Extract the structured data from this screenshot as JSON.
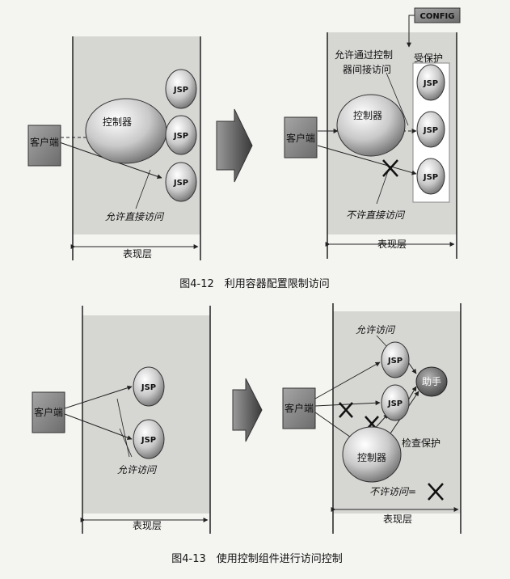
{
  "labels": {
    "client": "客户端",
    "controller": "控制器",
    "jsp": "JSP",
    "helper": "助手",
    "config": "CONFIG",
    "presentation_layer": "表现层",
    "allow_direct": "允许直接访问",
    "allow_indirect_line1": "允许通过控制",
    "allow_indirect_line2": "器间接访问",
    "protected": "受保护",
    "deny_direct": "不许直接访问",
    "allow_access": "允许访问",
    "check_protect": "检查保护",
    "deny_access": "不许访问="
  },
  "captions": {
    "fig_4_12": "图4-12　利用容器配置限制访问",
    "fig_4_13": "图4-13　使用控制组件进行访问控制"
  },
  "colors": {
    "panel": "#d6d6d3",
    "line": "#222222",
    "box": "#8a8a8a",
    "arrow": "#555555"
  }
}
